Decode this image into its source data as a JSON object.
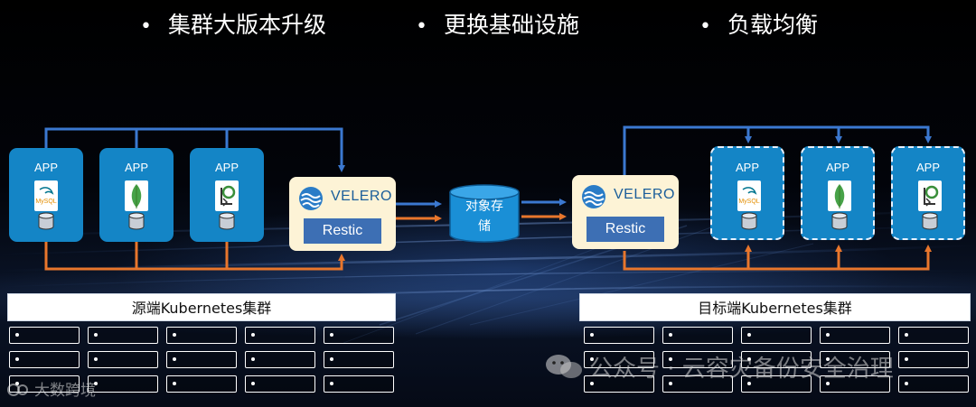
{
  "bullets": [
    "集群大版本升级",
    "更换基础设施",
    "负载均衡"
  ],
  "source": {
    "apps": [
      {
        "label": "APP",
        "logo": "mysql-logo",
        "logo_text": "MySQL"
      },
      {
        "label": "APP",
        "logo": "mongodb-leaf-logo"
      },
      {
        "label": "APP",
        "logo": "app-gear-logo"
      }
    ],
    "velero": {
      "brand": "VELERO",
      "restic": "Restic"
    },
    "cluster": "源端Kubernetes集群"
  },
  "storage": {
    "line1": "对象存",
    "line2": "储"
  },
  "target": {
    "apps": [
      {
        "label": "APP",
        "logo": "mysql-logo",
        "logo_text": "MySQL"
      },
      {
        "label": "APP",
        "logo": "mongodb-leaf-logo"
      },
      {
        "label": "APP",
        "logo": "app-gear-logo"
      }
    ],
    "velero": {
      "brand": "VELERO",
      "restic": "Restic"
    },
    "cluster": "目标端Kubernetes集群"
  },
  "watermarks": {
    "left": "大数跨境",
    "right": "公众号 · 云容灾备份安全治理"
  },
  "colors": {
    "app_blue": "#1485c6",
    "backup_arrow": "#3b78d0",
    "data_arrow": "#e8762c",
    "velero_bg": "#fdf3d6",
    "restic_bg": "#3d6fb4"
  }
}
